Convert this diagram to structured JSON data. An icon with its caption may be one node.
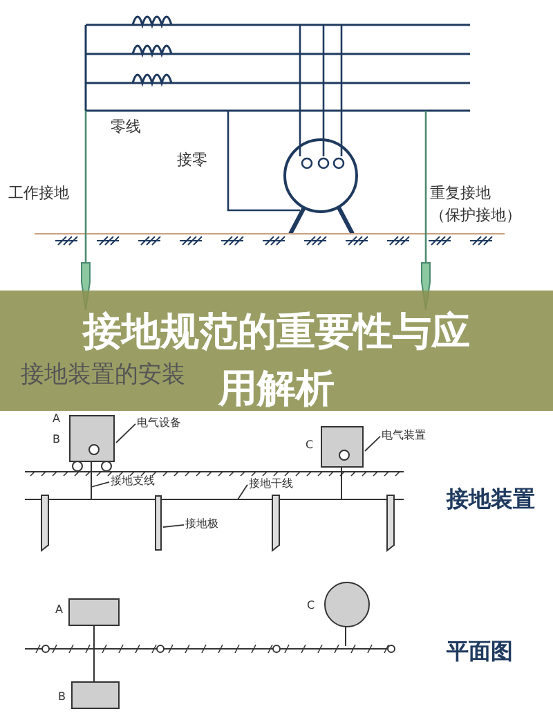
{
  "diagram": {
    "title": "接地规范的重要性与应用解析",
    "nodes": [
      {
        "text": [
          "电气设备"
        ]
      },
      {
        "text": [],
        "shape": "box"
      },
      {
        "text": [
          "电气装置"
        ]
      },
      {
        "text": [],
        "shape": "box"
      },
      {
        "text": [
          "接地支线"
        ]
      },
      {
        "text": [
          "接地干线"
        ]
      },
      {
        "text": [
          "接地极"
        ]
      },
      {
        "text": [],
        "shape": "bar"
      }
    ],
    "edges": [
      {
        "from": 0,
        "to": 1,
        "arrow": "none"
      },
      {
        "from": 2,
        "to": 3,
        "arrow": "none"
      },
      {
        "from": 4,
        "to": null,
        "arrow": "none"
      },
      {
        "from": 5,
        "to": null,
        "arrow": "none"
      },
      {
        "from": 6,
        "to": 7,
        "arrow": "none"
      }
    ],
    "labels": [
      "零线",
      "接零",
      "工作接地",
      "重复接地",
      "（保护接地）",
      "接地装置的安装",
      "A",
      "B",
      "C",
      "接地装置",
      "A",
      "C",
      "B",
      "平面图"
    ]
  }
}
